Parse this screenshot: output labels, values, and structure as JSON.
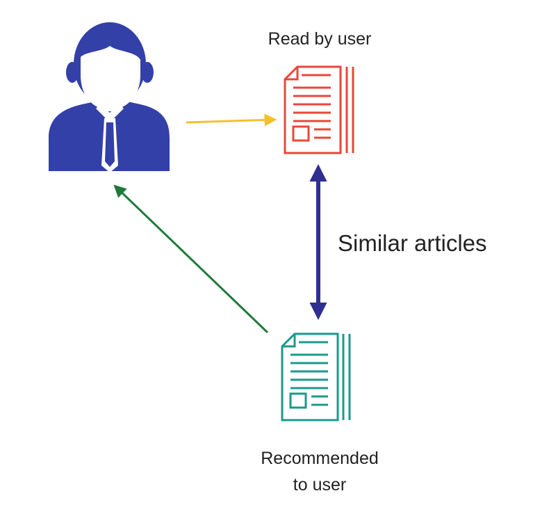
{
  "labels": {
    "read_by_user": "Read by user",
    "similar_articles": "Similar articles",
    "recommended_line1": "Recommended",
    "recommended_line2": "to user"
  },
  "colors": {
    "user": "#3340a8",
    "read_doc": "#e8473b",
    "recommended_doc": "#1a9a8c",
    "arrow_read": "#f2c12e",
    "arrow_similar": "#2f2f91",
    "arrow_recommend": "#1f7a3a"
  },
  "icons": {
    "user": "user-icon",
    "read_doc": "document-icon",
    "recommended_doc": "document-icon"
  }
}
